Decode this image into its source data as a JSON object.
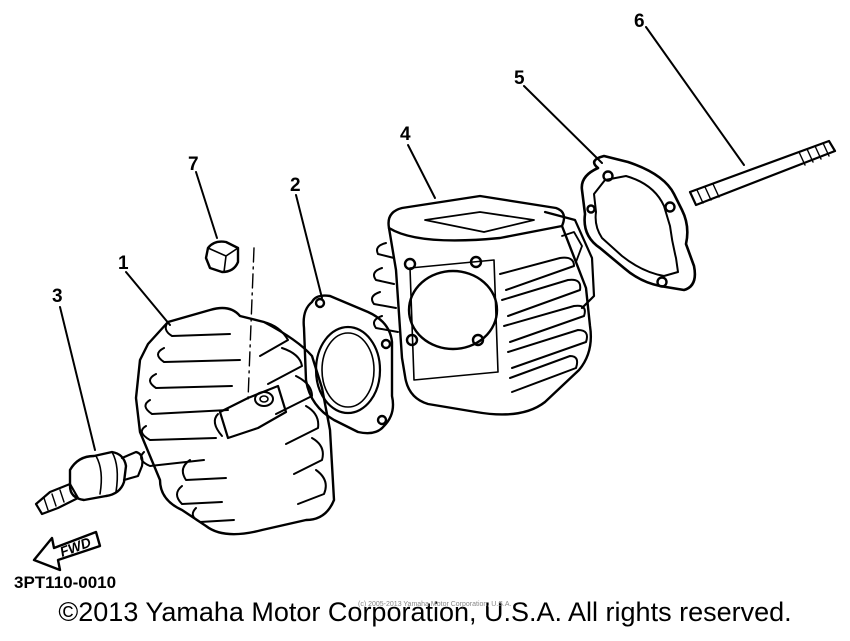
{
  "callouts": {
    "c1": "1",
    "c2": "2",
    "c3": "3",
    "c4": "4",
    "c5": "5",
    "c6": "6",
    "c7": "7"
  },
  "fwd_label": "FWD",
  "part_code": "3PT110-0010",
  "copyright": "©2013 Yamaha Motor Corporation, U.S.A. All rights reserved.",
  "watermark": "(c) 2005-2013 Yamaha Motor Corporation, U.S.A."
}
